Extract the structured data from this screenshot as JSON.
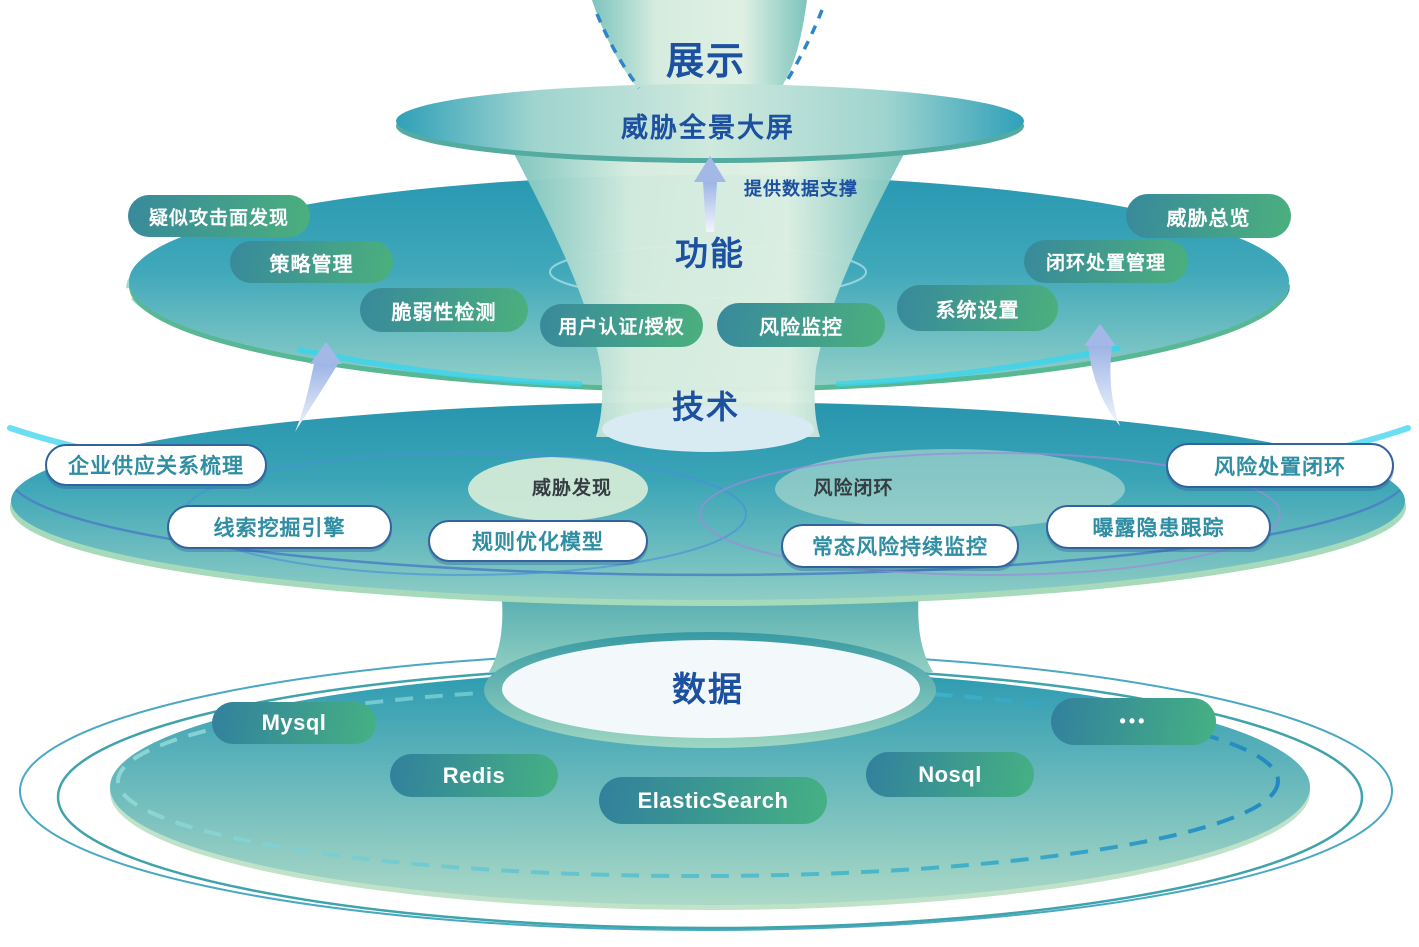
{
  "display": {
    "title": "展示",
    "screen_label": "威胁全景大屏",
    "arrow_note": "提供数据支撑"
  },
  "function": {
    "title": "功能",
    "pills": [
      "疑似攻击面发现",
      "策略管理",
      "脆弱性检测",
      "用户认证/授权",
      "风险监控",
      "系统设置",
      "闭环处置管理",
      "威胁总览"
    ]
  },
  "technology": {
    "title": "技术",
    "area_labels": [
      "威胁发现",
      "风险闭环"
    ],
    "pills": [
      "企业供应关系梳理",
      "线索挖掘引擎",
      "规则优化模型",
      "常态风险持续监控",
      "曝露隐患跟踪",
      "风险处置闭环"
    ]
  },
  "data": {
    "title": "数据",
    "pills": [
      "Mysql",
      "Redis",
      "ElasticSearch",
      "Nosql",
      "•••"
    ]
  },
  "colors": {
    "title_blue": "#1c50a0",
    "pill_green_start": "#38899c",
    "pill_green_end": "#4bb07d",
    "white_pill_text": "#2f8ea3",
    "white_pill_border": "#33639f",
    "disc_teal": "#2d9fb4",
    "dashed_blue": "#1f86c2",
    "dashed_teal": "#9adcd8",
    "cyan_streak": "#38d4ee",
    "arrow_blue": "#a4b8e8"
  }
}
